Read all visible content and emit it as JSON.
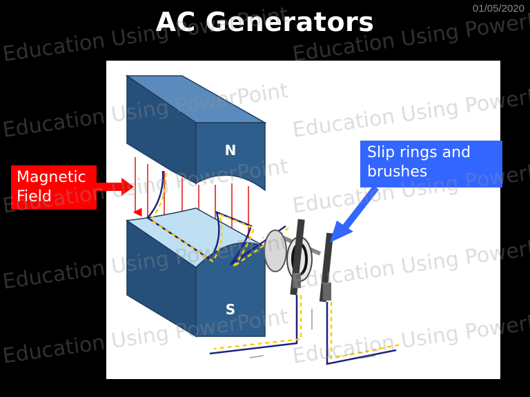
{
  "slide": {
    "title": "AC Generators",
    "date": "01/05/2020"
  },
  "watermark": {
    "text": "Education Using PowerPoint"
  },
  "callouts": {
    "magnetic_field": "Magnetic Field",
    "slip_rings": "Slip rings and brushes"
  },
  "diagram": {
    "north_label": "N",
    "south_label": "S"
  },
  "colors": {
    "background": "#000000",
    "magnet": "#2e5e8c",
    "field_lines": "#ff0000",
    "coil_wire": "#1a237e",
    "current_dash": "#ffcc00",
    "red_callout": "#ff0000",
    "blue_callout": "#3366ff"
  }
}
